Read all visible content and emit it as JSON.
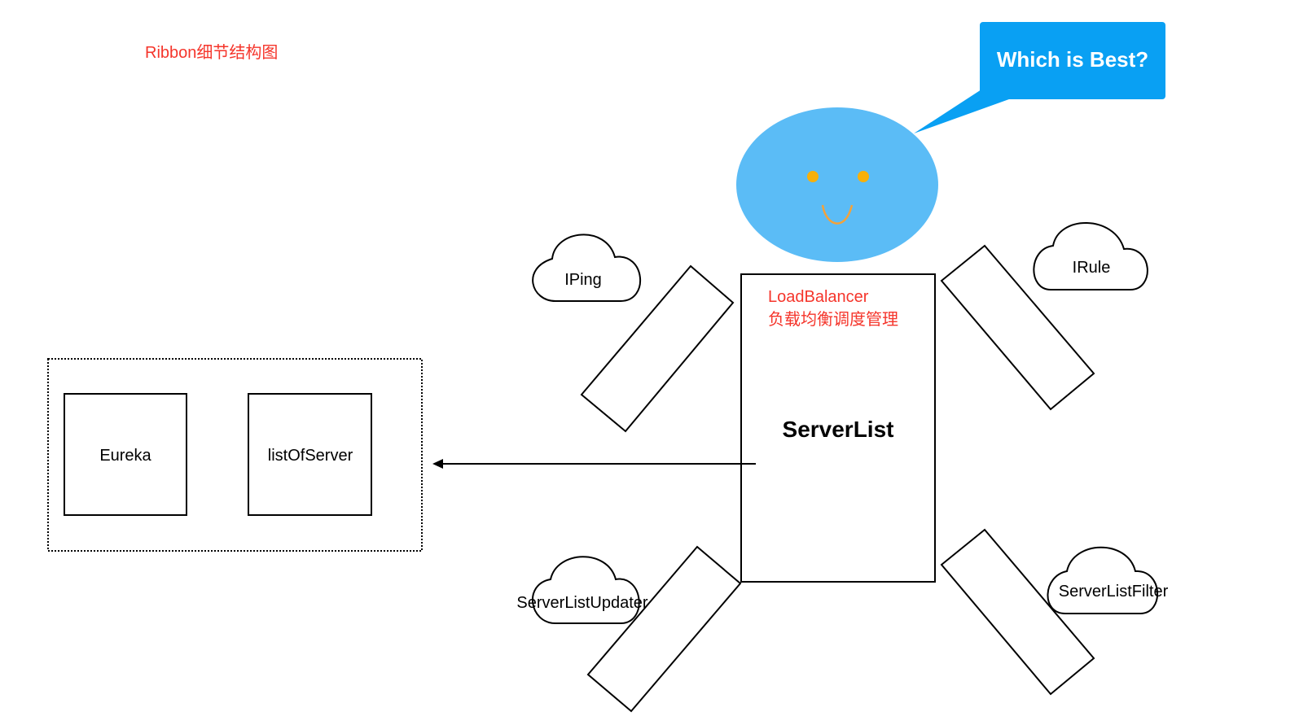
{
  "diagram": {
    "title": "Ribbon细节结构图",
    "speech_bubble": "Which is Best?",
    "load_balancer": {
      "name": "LoadBalancer",
      "desc": "负载均衡调度管理"
    },
    "server_list": "ServerList",
    "clouds": {
      "iping": "IPing",
      "irule": "IRule",
      "server_list_updater": "ServerListUpdater",
      "server_list_filter": "ServerListFilter"
    },
    "sources": {
      "eureka": "Eureka",
      "list_of_server": "listOfServer"
    },
    "colors": {
      "title": "#f5352b",
      "head": "#5bbcf6",
      "bubble": "#09a0f3",
      "eyes": "#f7b00a",
      "smile": "#f3a23a",
      "text_red": "#f5352b",
      "line": "#000000"
    }
  }
}
